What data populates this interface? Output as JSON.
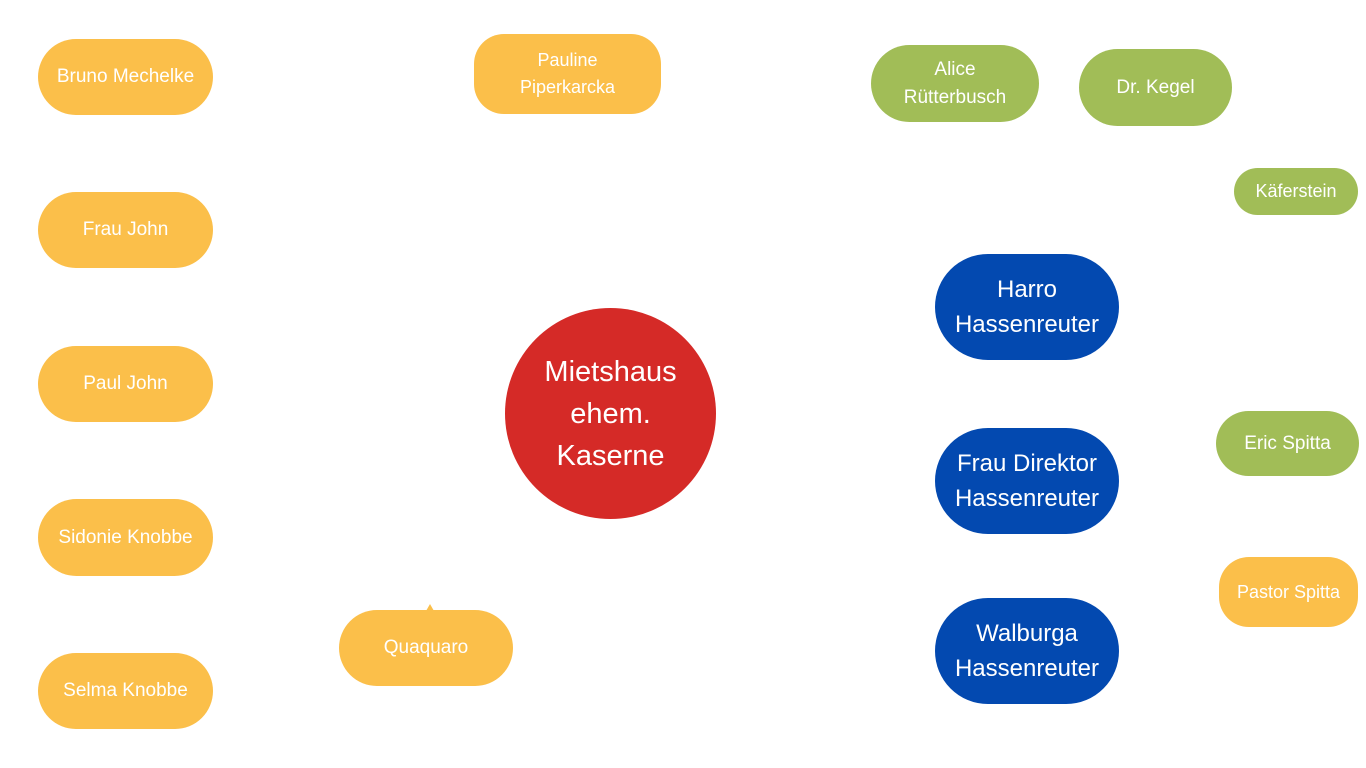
{
  "colors": {
    "orange": "#fbbf4a",
    "green": "#a1bd57",
    "blue": "#0349b0",
    "red": "#d52a27",
    "text": "#ffffff"
  },
  "center": {
    "label": "Mietshaus\nehem.\nKaserne",
    "color": "#d52a27"
  },
  "nodes": {
    "bruno": {
      "label": "Bruno Mechelke",
      "color": "#fbbf4a"
    },
    "fraujohn": {
      "label": "Frau John",
      "color": "#fbbf4a"
    },
    "pauljohn": {
      "label": "Paul John",
      "color": "#fbbf4a"
    },
    "sidonie": {
      "label": "Sidonie Knobbe",
      "color": "#fbbf4a"
    },
    "selma": {
      "label": "Selma Knobbe",
      "color": "#fbbf4a"
    },
    "pauline": {
      "label": "Pauline\nPiperkarcka",
      "color": "#fbbf4a"
    },
    "quaquaro": {
      "label": "Quaquaro",
      "color": "#fbbf4a"
    },
    "alice": {
      "label": "Alice\nRütterbusch",
      "color": "#a1bd57"
    },
    "kegel": {
      "label": "Dr. Kegel",
      "color": "#a1bd57"
    },
    "kaefer": {
      "label": "Käferstein",
      "color": "#a1bd57"
    },
    "eric": {
      "label": "Eric Spitta",
      "color": "#a1bd57"
    },
    "pastor": {
      "label": "Pastor Spitta",
      "color": "#fbbf4a"
    },
    "harro": {
      "label": "Harro\nHassenreuter",
      "color": "#0349b0"
    },
    "direktor": {
      "label": "Frau Direktor\nHassenreuter",
      "color": "#0349b0"
    },
    "walburga": {
      "label": "Walburga\nHassenreuter",
      "color": "#0349b0"
    }
  }
}
